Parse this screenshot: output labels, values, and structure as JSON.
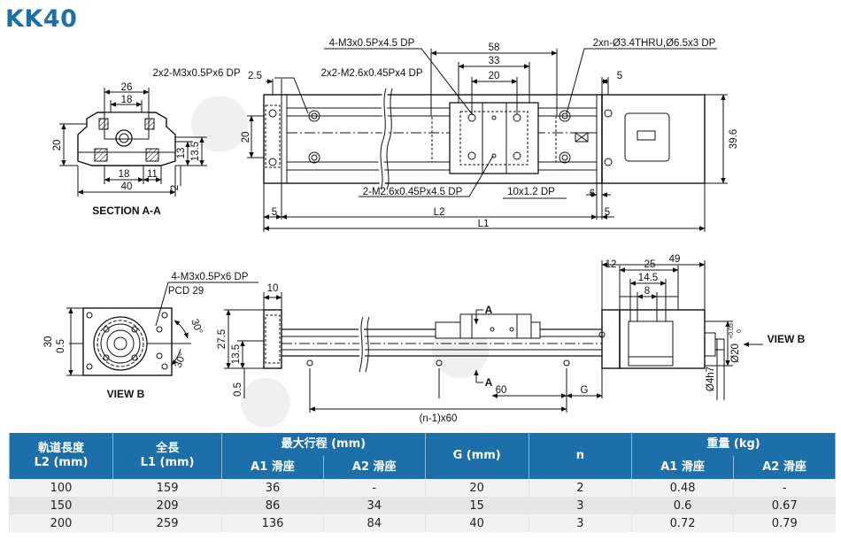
{
  "title": "KK40",
  "views": {
    "section": "SECTION A-A",
    "view_b": "VIEW B",
    "view_b_arrow": "VIEW B",
    "marker_a": "A"
  },
  "callouts": {
    "top_1": "4-M3x0.5Px4.5 DP",
    "top_2": "2x2-M2.6x0.45Px4 DP",
    "top_3": "2x2-M3x0.5Px6 DP",
    "top_4": "2xn-Ø3.4THRU,Ø6.5x3 DP",
    "bot_1": "2-M2.6x0.45Px4.5 DP",
    "bot_2": "10x1.2 DP",
    "vb_1": "4-M3x0.5Px6 DP",
    "vb_2": "PCD 29"
  },
  "dims": {
    "d26": "26",
    "d18a": "18",
    "d20a": "20",
    "d13": "13",
    "d135a": "13.5",
    "d18b": "18",
    "d11": "11",
    "d2": "2",
    "d40": "40",
    "d25": "2.5",
    "d20b": "20",
    "d58": "58",
    "d33": "33",
    "d20c": "20",
    "d5a": "5",
    "d396": "39.6",
    "d6": "6",
    "d5b": "5",
    "d5c": "5",
    "dL2": "L2",
    "dL1": "L1",
    "d30": "30",
    "d05a": "0.5",
    "d30deg1": "30°",
    "d30deg2": "30°",
    "d10": "10",
    "d275": "27.5",
    "d135b": "13.5",
    "d05b": "0.5",
    "d60": "60",
    "dG": "G",
    "dn60": "(n-1)x60",
    "d49": "49",
    "d12": "12",
    "d25b": "25",
    "d145": "14.5",
    "d8": "8",
    "d20h": "Ø20",
    "d20tol_hi": "+0.03",
    "d20tol_lo": "0",
    "d4h7": "Ø4h7"
  },
  "table": {
    "h_l2": "軌道長度",
    "h_l2_unit": "L2 (mm)",
    "h_l1": "全長",
    "h_l1_unit": "L1 (mm)",
    "h_stroke": "最大行程 (mm)",
    "h_g": "G (mm)",
    "h_n": "n",
    "h_weight": "重量 (kg)",
    "h_a1": "A1 滑座",
    "h_a2": "A2 滑座",
    "h_wa1": "A1 滑座",
    "h_wa2": "A2 滑座",
    "rows": [
      [
        "100",
        "159",
        "36",
        "-",
        "20",
        "2",
        "0.48",
        "-"
      ],
      [
        "150",
        "209",
        "86",
        "34",
        "15",
        "3",
        "0.6",
        "0.67"
      ],
      [
        "200",
        "259",
        "136",
        "84",
        "40",
        "3",
        "0.72",
        "0.79"
      ]
    ]
  },
  "colors": {
    "accent": "#1c6fa8",
    "line": "#111111",
    "row_light": "#f2f2f2",
    "row_dark": "#e5e5e5"
  }
}
